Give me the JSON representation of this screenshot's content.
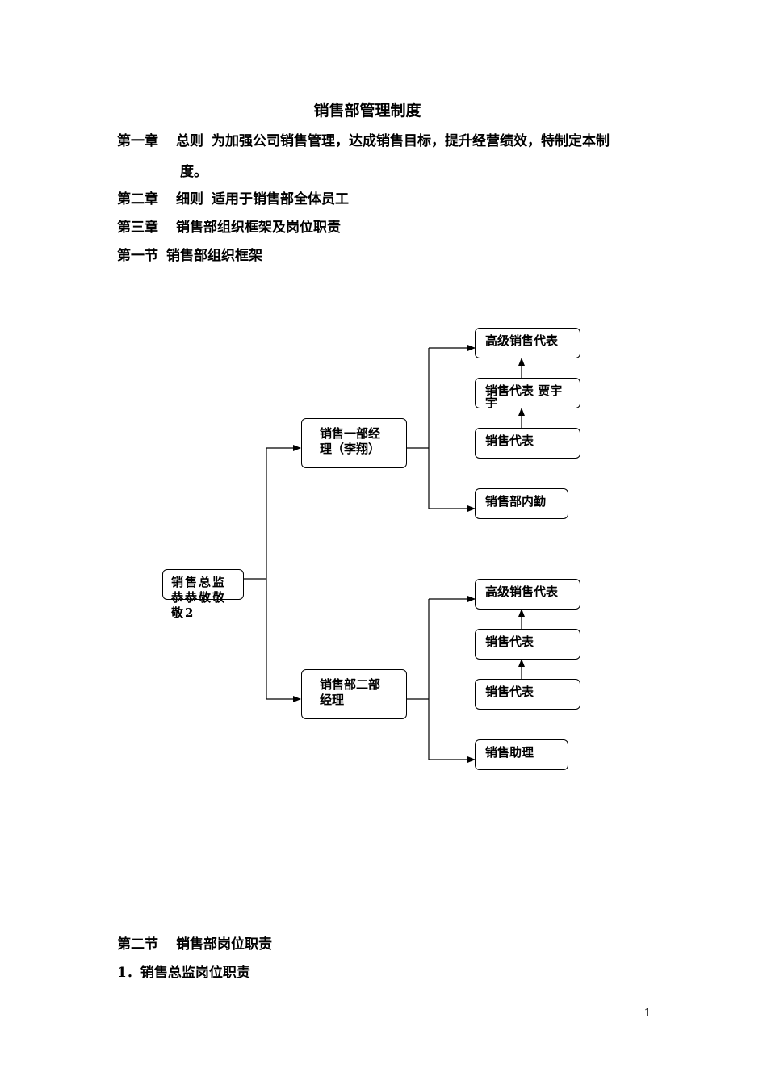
{
  "document": {
    "title": "销售部管理制度",
    "ch1": {
      "label": "第一章",
      "heading": "总则",
      "text_a": "为加强公司销售管理，达成销售目标，提升经营绩效，特制定本制",
      "text_b": "度。"
    },
    "ch2": {
      "label": "第二章",
      "heading": "细则",
      "text": "适用于销售部全体员工"
    },
    "ch3": {
      "label": "第三章",
      "text": "销售部组织框架及岗位职责"
    },
    "sec1": {
      "label": "第一节",
      "text": "销售部组织框架"
    },
    "sec2": {
      "label": "第二节",
      "text": "销售部岗位职责"
    },
    "item1": "1．销售总监岗位职责",
    "page_number": "1"
  },
  "org_chart": {
    "director": "销售总监恭恭敬敬敬2",
    "dept1": {
      "manager": "销售一部经理（李翔）",
      "senior_rep": "高级销售代表",
      "rep_a": "销售代表 贾宇宇",
      "rep_b": "销售代表",
      "assistant": "销售部内勤"
    },
    "dept2": {
      "manager": "销售部二部经理",
      "senior_rep": "高级销售代表",
      "rep_a": "销售代表",
      "rep_b": "销售代表",
      "assistant": "销售助理"
    }
  }
}
